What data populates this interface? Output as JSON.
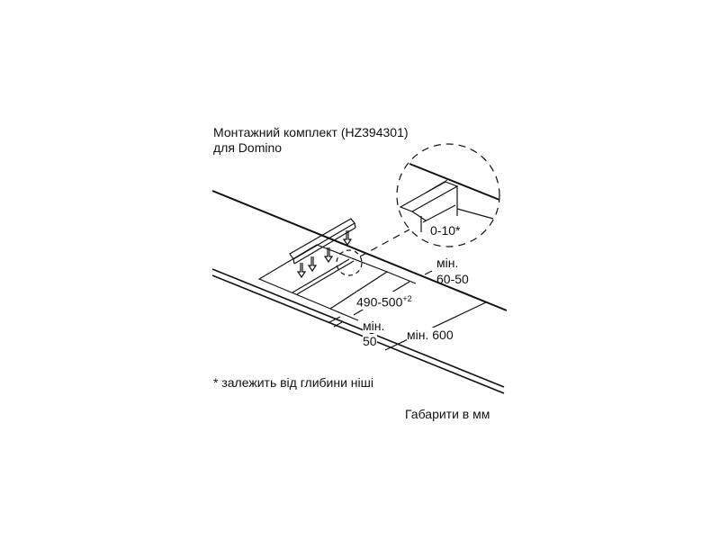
{
  "title": {
    "line1": "Монтажний комплект (HZ394301)",
    "line2": "для Domino"
  },
  "dimensions": {
    "detail_gap": "0-10*",
    "back_min_label": "мін.",
    "back_min_value": "60-50",
    "cutout_depth": "490-500",
    "cutout_depth_tolerance": "+2",
    "front_min_label": "мін.",
    "front_min_value": "50",
    "depth_min": "мін. 600"
  },
  "footnote": "* залежить від глибини ніші",
  "units_note": "Габарити в мм"
}
